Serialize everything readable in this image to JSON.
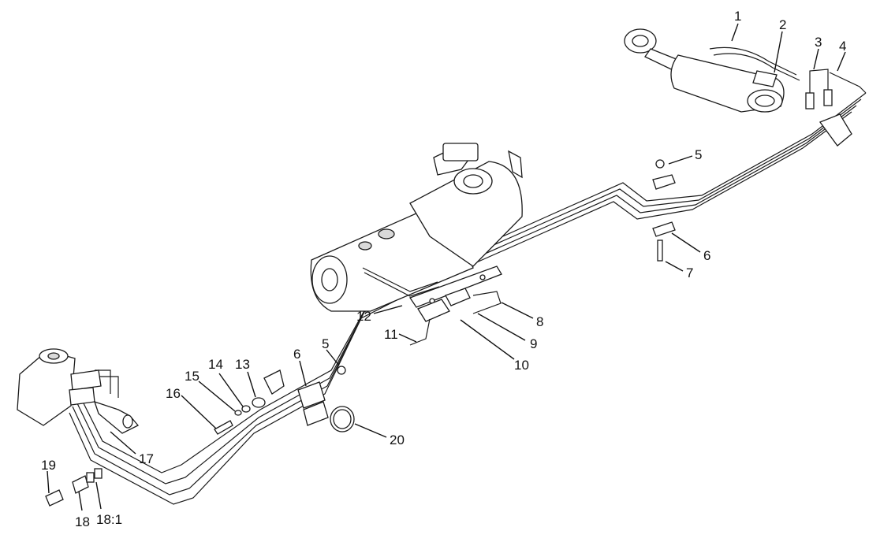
{
  "colors": {
    "line": "#1a1a1a",
    "background": "#ffffff",
    "shade": "#d9d9d9"
  },
  "callouts": {
    "c1": "1",
    "c2": "2",
    "c3": "3",
    "c4": "4",
    "c5a": "5",
    "c5b": "5",
    "c6a": "6",
    "c6b": "6",
    "c7": "7",
    "c8": "8",
    "c9": "9",
    "c10": "10",
    "c11": "11",
    "c12": "12",
    "c13": "13",
    "c14": "14",
    "c15": "15",
    "c16": "16",
    "c17": "17",
    "c18": "18",
    "c18_1": "18:1",
    "c19": "19",
    "c20": "20"
  }
}
